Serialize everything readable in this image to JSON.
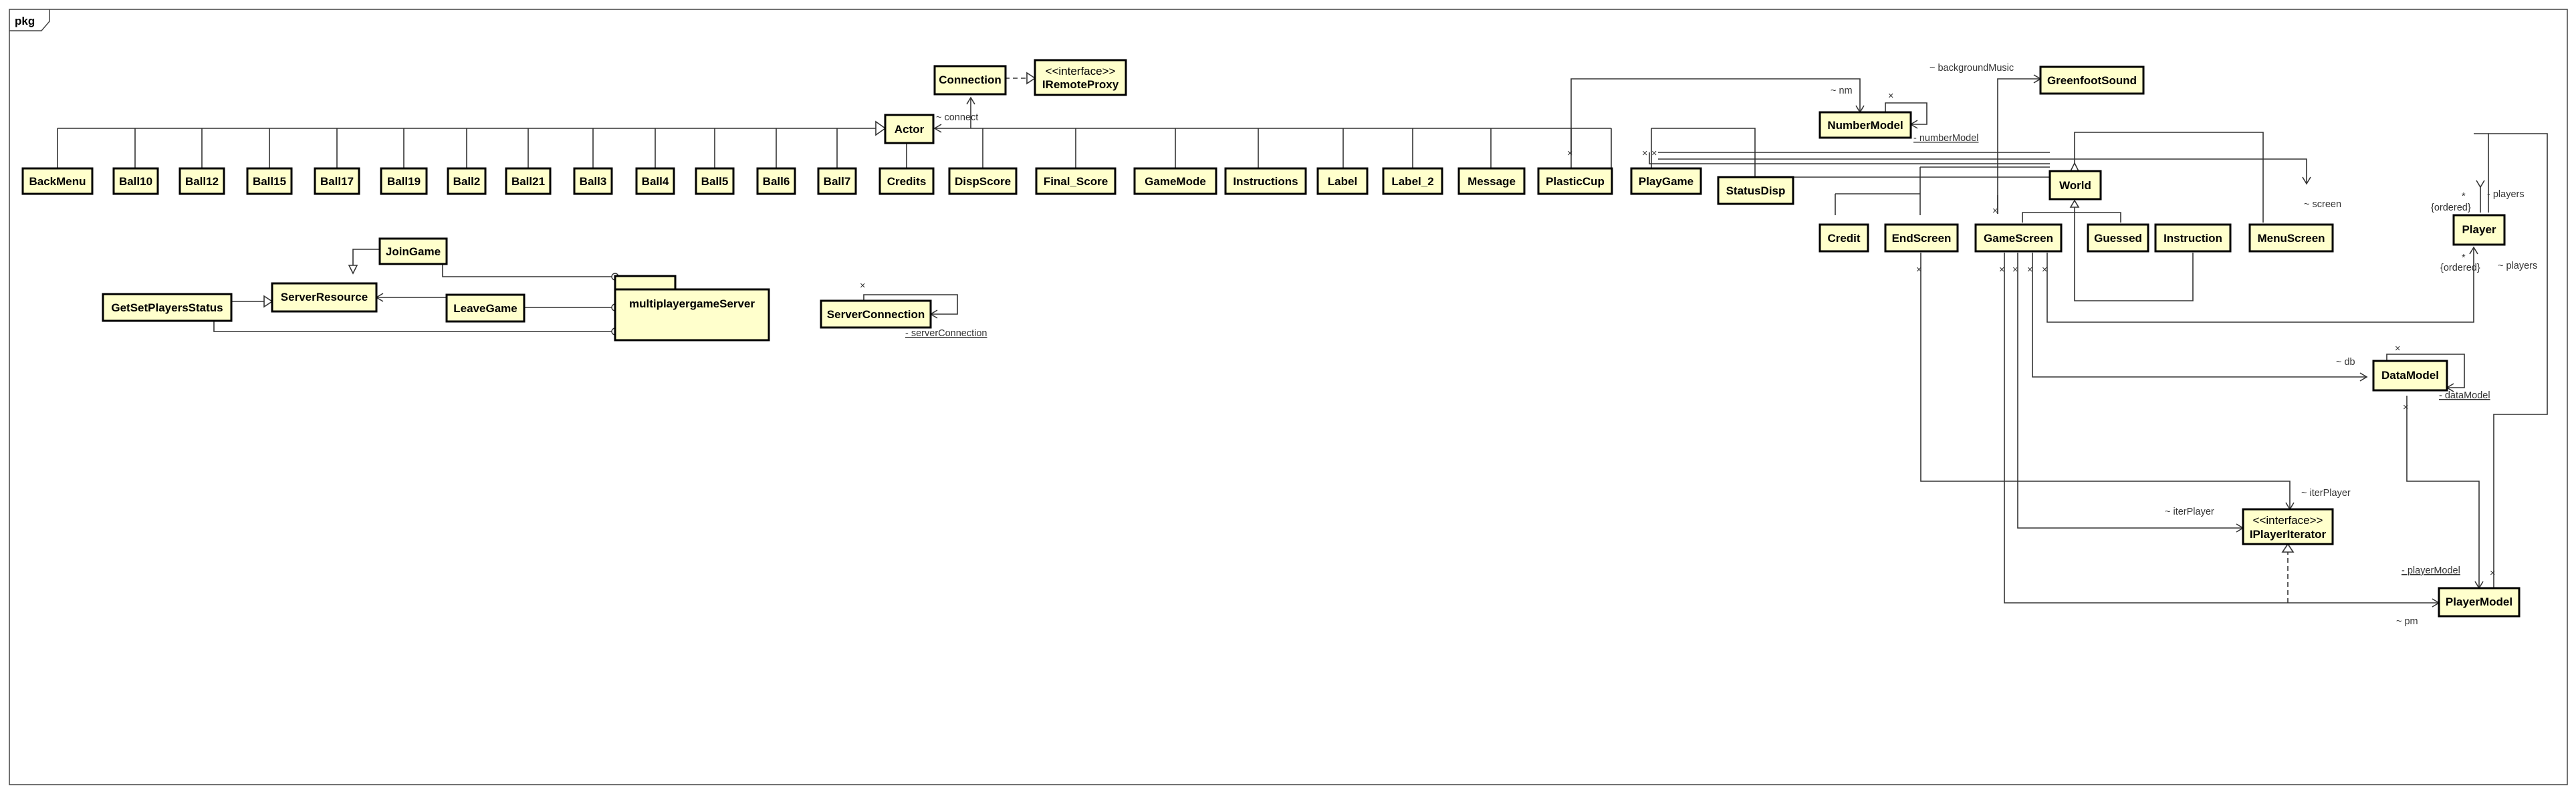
{
  "package": {
    "name": "pkg"
  },
  "classes": {
    "backmenu": "BackMenu",
    "ball10": "Ball10",
    "ball12": "Ball12",
    "ball15": "Ball15",
    "ball17": "Ball17",
    "ball19": "Ball19",
    "ball2": "Ball2",
    "ball21": "Ball21",
    "ball3": "Ball3",
    "ball4": "Ball4",
    "ball5": "Ball5",
    "ball6": "Ball6",
    "ball7": "Ball7",
    "credits": "Credits",
    "dispscore": "DispScore",
    "final_score": "Final_Score",
    "gamemode": "GameMode",
    "instructions": "Instructions",
    "label": "Label",
    "label_2": "Label_2",
    "message": "Message",
    "plasticcup": "PlasticCup",
    "playgame": "PlayGame",
    "statusdisp": "StatusDisp",
    "actor": "Actor",
    "connection": "Connection",
    "iremoteproxy": "IRemoteProxy",
    "joingame": "JoinGame",
    "serverresource": "ServerResource",
    "getsetplayersstatus": "GetSetPlayersStatus",
    "leavegame": "LeaveGame",
    "multiplayergameserver": "multiplayergameServer",
    "serverconnection": "ServerConnection",
    "numbermodel": "NumberModel",
    "greenfootsound": "GreenfootSound",
    "world": "World",
    "credit": "Credit",
    "endscreen": "EndScreen",
    "gamescreen": "GameScreen",
    "guessed": "Guessed",
    "instruction": "Instruction",
    "menuscreen": "MenuScreen",
    "player": "Player",
    "datamodel": "DataModel",
    "iplayeriterator": "IPlayerIterator",
    "playermodel": "PlayerModel"
  },
  "stereotypes": {
    "iremoteproxy": "<<interface>>",
    "iplayeriterator": "<<interface>>"
  },
  "labels": {
    "connect": "~ connect",
    "servercon": "- serverConnection",
    "nm": "~ nm",
    "numbermodel": "- numberModel",
    "bgmusic": "~ backgroundMusic",
    "screen": "~ screen",
    "players1": "- players",
    "ordered1": "{ordered}",
    "star1": "*",
    "star2": "*",
    "ordered2": "{ordered}",
    "players2": "~ players",
    "db": "~ db",
    "datamodel": "- dataModel",
    "iterplayer1": "~ iterPlayer",
    "iterplayer2": "~ iterPlayer",
    "playermodel": "- playerModel",
    "pm": "~ pm",
    "x": "×"
  }
}
